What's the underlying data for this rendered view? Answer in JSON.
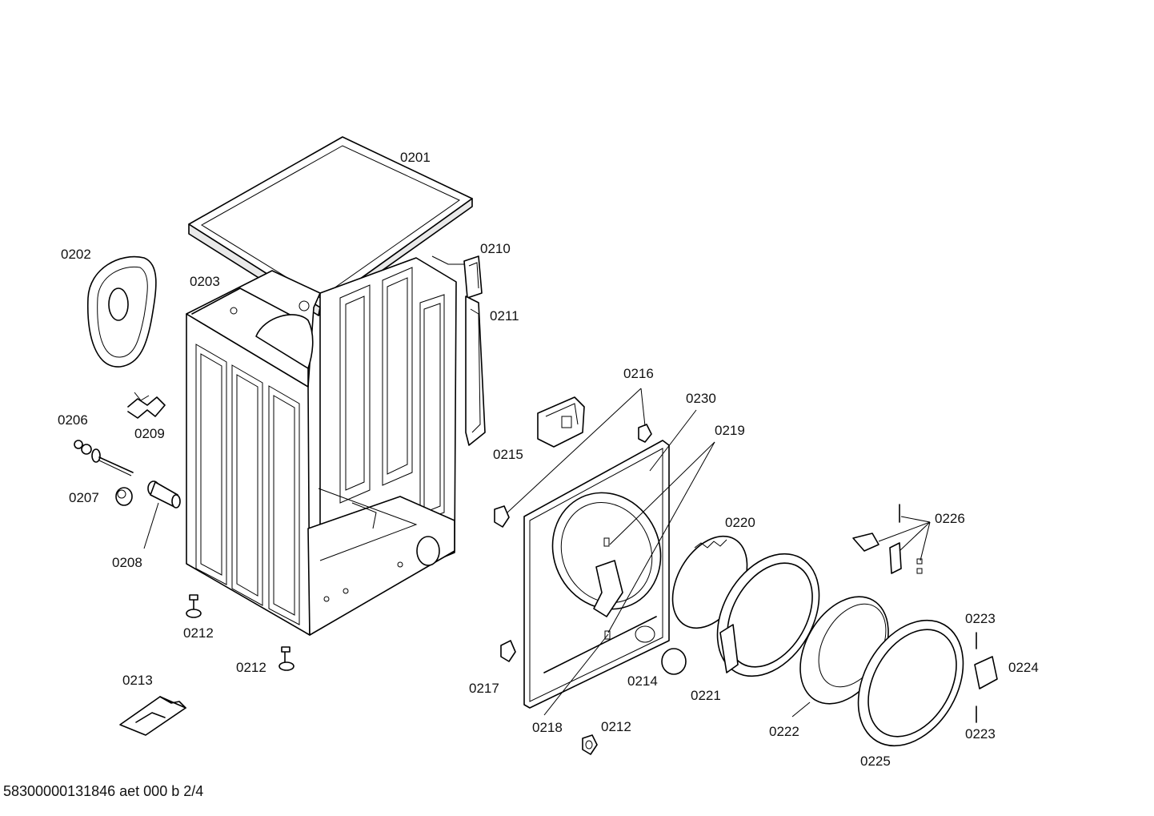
{
  "labels": {
    "p0201": "0201",
    "p0202": "0202",
    "p0203": "0203",
    "p0206": "0206",
    "p0207": "0207",
    "p0208": "0208",
    "p0209": "0209",
    "p0210": "0210",
    "p0211": "0211",
    "p0212a": "0212",
    "p0212b": "0212",
    "p0212c": "0212",
    "p0213": "0213",
    "p0214": "0214",
    "p0215": "0215",
    "p0216": "0216",
    "p0217": "0217",
    "p0218": "0218",
    "p0219": "0219",
    "p0220": "0220",
    "p0221": "0221",
    "p0222": "0222",
    "p0223a": "0223",
    "p0223b": "0223",
    "p0224": "0224",
    "p0225": "0225",
    "p0226": "0226",
    "p0230": "0230"
  },
  "footer": "58300000131846 aet 000 b 2/4"
}
